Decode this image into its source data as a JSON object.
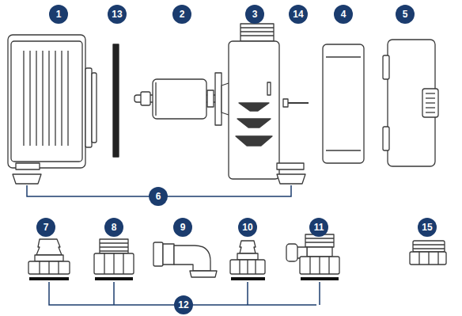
{
  "diagram": {
    "labels": [
      "1",
      "13",
      "2",
      "3",
      "14",
      "4",
      "5",
      "6",
      "7",
      "8",
      "9",
      "10",
      "11",
      "15",
      "12"
    ]
  }
}
